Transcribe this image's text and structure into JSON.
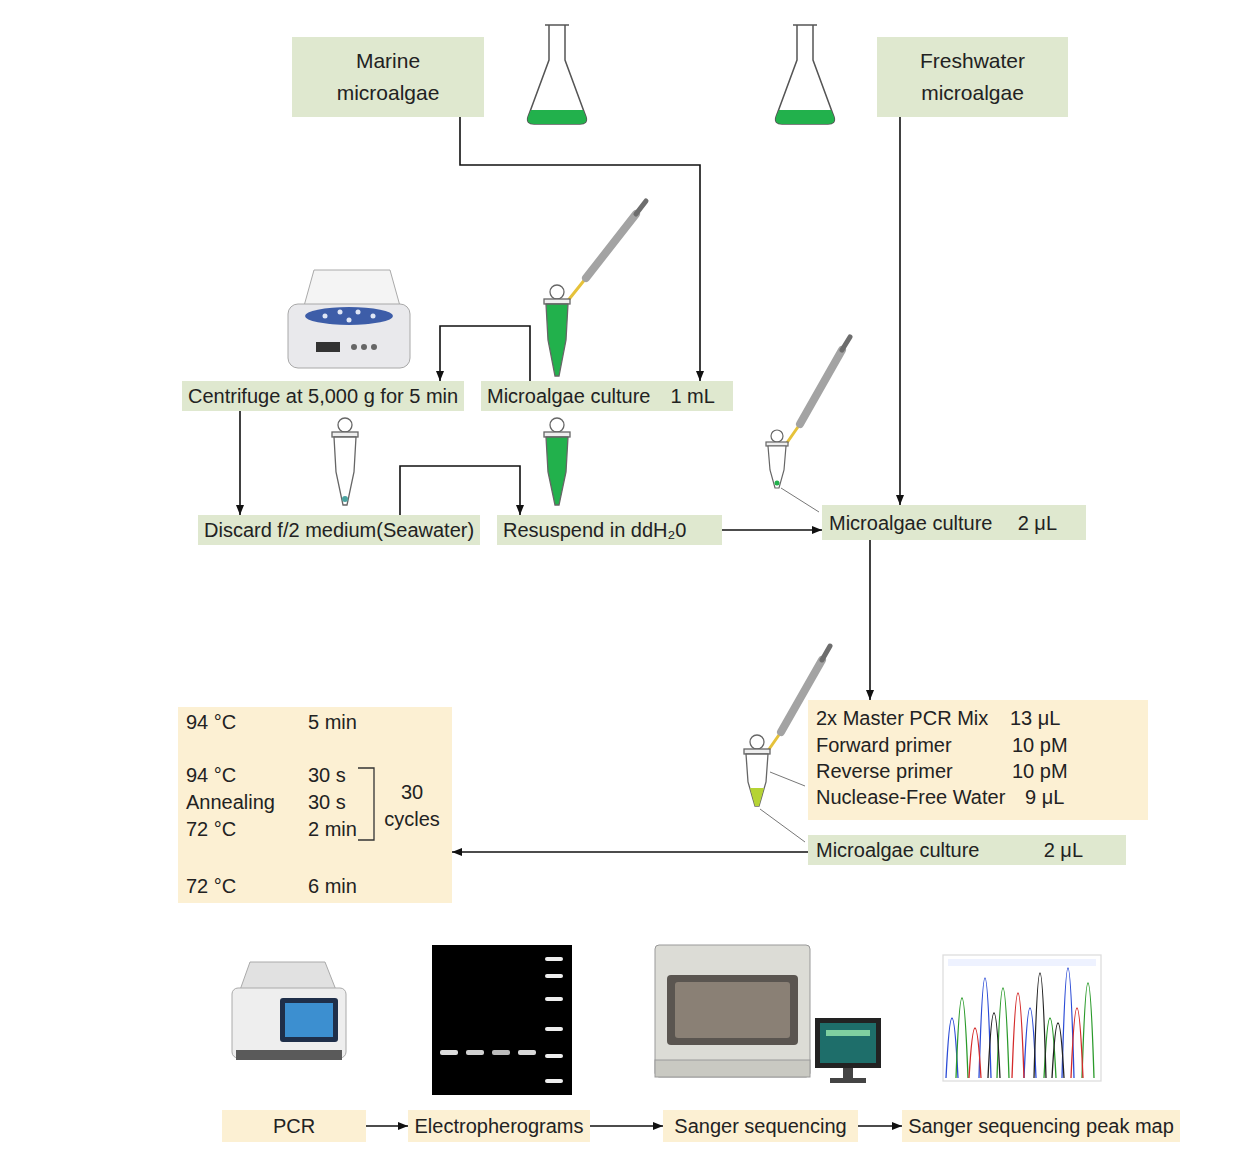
{
  "diagram": {
    "nodes": [
      {
        "text": [
          "Marine microalgae"
        ]
      },
      {
        "text": [
          "Freshwater microalgae"
        ]
      },
      {
        "text": [
          "Centrifuge at 5,000 g for 5 min"
        ]
      },
      {
        "text": [
          "Microalgae culture",
          "1 mL"
        ]
      },
      {
        "text": [
          "Discard f/2 medium(Seawater)"
        ]
      },
      {
        "text": [
          "Resuspend in ddH₂0"
        ]
      },
      {
        "text": [
          "Microalgae culture",
          "2 μL"
        ]
      },
      {
        "text": [
          "94 °C",
          "5 min",
          "94 °C",
          "30 s",
          "Annealing",
          "30 s",
          "72 °C",
          "2 min",
          "30 cycles",
          "72 °C",
          "6 min"
        ]
      },
      {
        "text": [
          "2x Master PCR Mix",
          "13 μL",
          "Forward primer",
          "10 pM",
          "Reverse primer",
          "10 pM",
          "Nuclease-Free Water",
          "9 μL"
        ]
      },
      {
        "text": [
          "Microalgae culture",
          "2 μL"
        ]
      },
      {
        "text": [
          "PCR"
        ]
      },
      {
        "text": [
          "Electropherograms"
        ]
      },
      {
        "text": [
          "Sanger sequencing"
        ]
      },
      {
        "text": [
          "Sanger sequencing peak map"
        ]
      }
    ],
    "edges": [
      {
        "from": 0,
        "to": 3,
        "arrow": "to"
      },
      {
        "from": 3,
        "to": 2,
        "arrow": "to"
      },
      {
        "from": 2,
        "to": 4,
        "arrow": "to"
      },
      {
        "from": 4,
        "to": 5,
        "arrow": "to"
      },
      {
        "from": 5,
        "to": 6,
        "arrow": "to"
      },
      {
        "from": 1,
        "to": 6,
        "arrow": "to"
      },
      {
        "from": 6,
        "to": 8,
        "arrow": "to"
      },
      {
        "from": 9,
        "to": 7,
        "arrow": "to"
      },
      {
        "from": 10,
        "to": 11,
        "arrow": "to"
      },
      {
        "from": 11,
        "to": 12,
        "arrow": "to"
      },
      {
        "from": 12,
        "to": 13,
        "arrow": "to"
      }
    ]
  }
}
